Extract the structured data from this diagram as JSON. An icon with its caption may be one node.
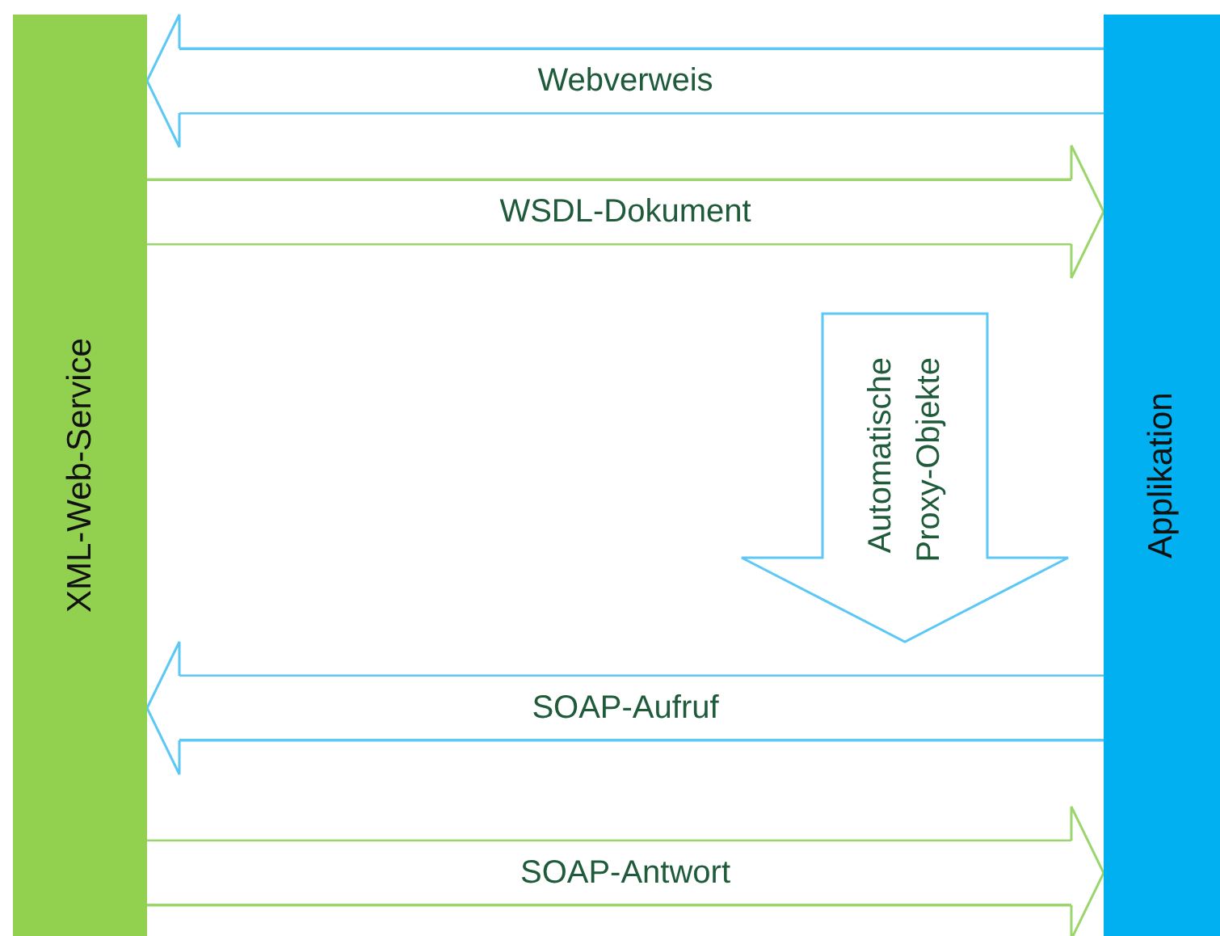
{
  "diagram": {
    "nodes": [
      {
        "text": [
          "XML-Web-Service"
        ]
      },
      {
        "text": [
          "Applikation"
        ]
      },
      {
        "text": [
          "Automatische Proxy-Objekte"
        ]
      }
    ],
    "edges": [
      {
        "from": 1,
        "to": 0,
        "arrow": "to",
        "label": "Webverweis",
        "color": "#5bc8f5"
      },
      {
        "from": 0,
        "to": 1,
        "arrow": "to",
        "label": "WSDL-Dokument",
        "color": "#9ad66b"
      },
      {
        "from": 1,
        "to": 0,
        "arrow": "to",
        "label": "SOAP-Aufruf",
        "color": "#5bc8f5"
      },
      {
        "from": 0,
        "to": 1,
        "arrow": "to",
        "label": "SOAP-Antwort",
        "color": "#9ad66b"
      }
    ]
  }
}
